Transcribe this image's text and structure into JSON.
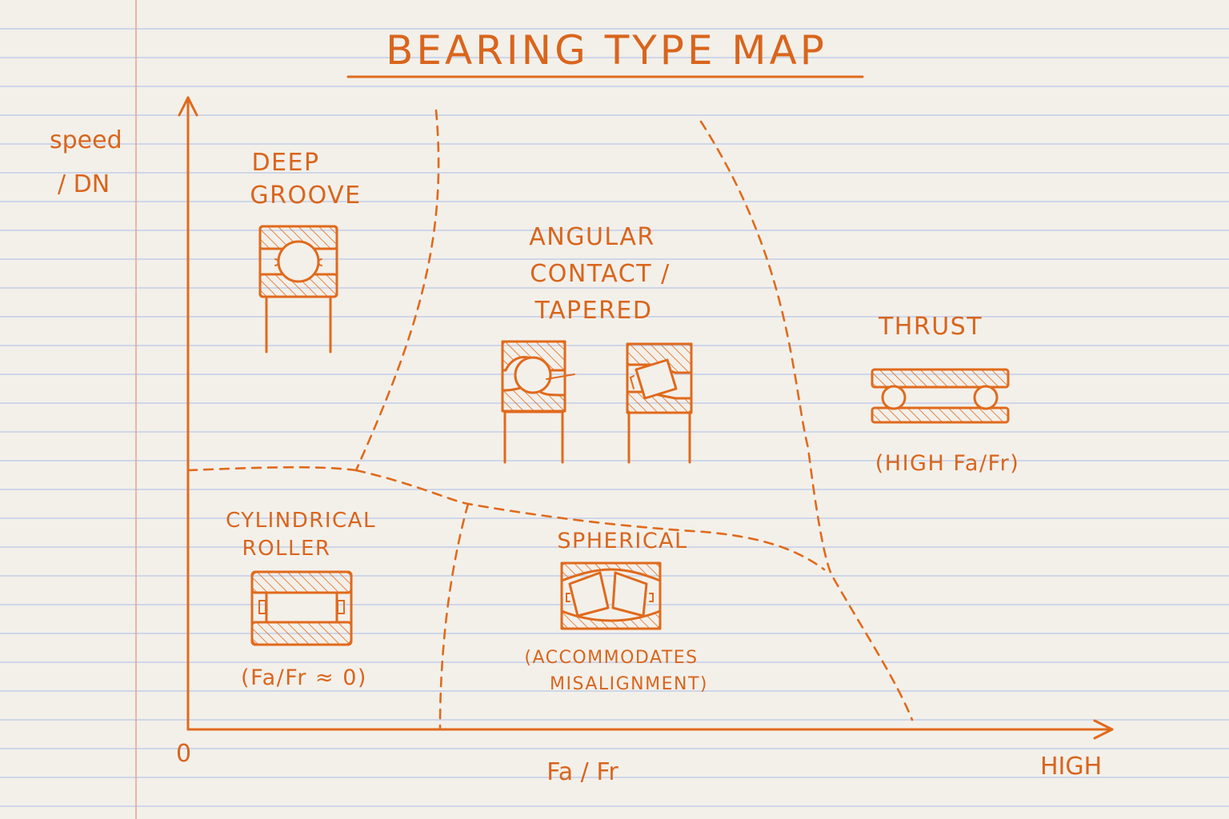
{
  "title": "BEARING TYPE MAP",
  "y_axis": {
    "label_line1": "speed",
    "label_line2": "/ DN"
  },
  "x_axis": {
    "label": "Fa / Fr",
    "origin": "0",
    "max": "HIGH"
  },
  "regions": {
    "deep_groove": {
      "line1": "DEEP",
      "line2": "GROOVE"
    },
    "angular": {
      "line1": "ANGULAR",
      "line2": "CONTACT /",
      "line3": "TAPERED"
    },
    "thrust": {
      "line1": "THRUST",
      "note": "(HIGH Fa/Fr)"
    },
    "cylindrical": {
      "line1": "CYLINDRICAL",
      "line2": "ROLLER",
      "note": "(Fa/Fr ≈ 0)"
    },
    "spherical": {
      "line1": "SPHERICAL",
      "note1": "(ACCOMMODATES",
      "note2": "MISALIGNMENT)"
    }
  },
  "colors": {
    "ink": "#e06a1c",
    "paper": "#f3f0ea",
    "rule_line": "#b9c6e6",
    "margin_line": "#e8a090"
  }
}
